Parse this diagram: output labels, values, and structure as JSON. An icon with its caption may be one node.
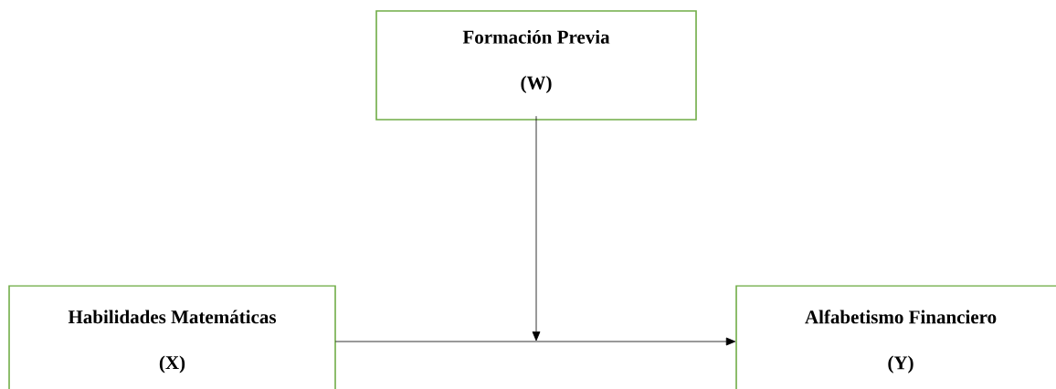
{
  "diagram": {
    "nodes": [
      {
        "text": [
          "Formación Previa",
          "(W)"
        ]
      },
      {
        "text": [
          "Habilidades Matemáticas",
          "(X)"
        ]
      },
      {
        "text": [
          "Alfabetismo Financiero",
          "(Y)"
        ]
      }
    ],
    "edges": [
      {
        "from": 1,
        "to": 2,
        "arrow": "to"
      },
      {
        "from": 0,
        "to": null,
        "arrow": "to"
      }
    ]
  }
}
